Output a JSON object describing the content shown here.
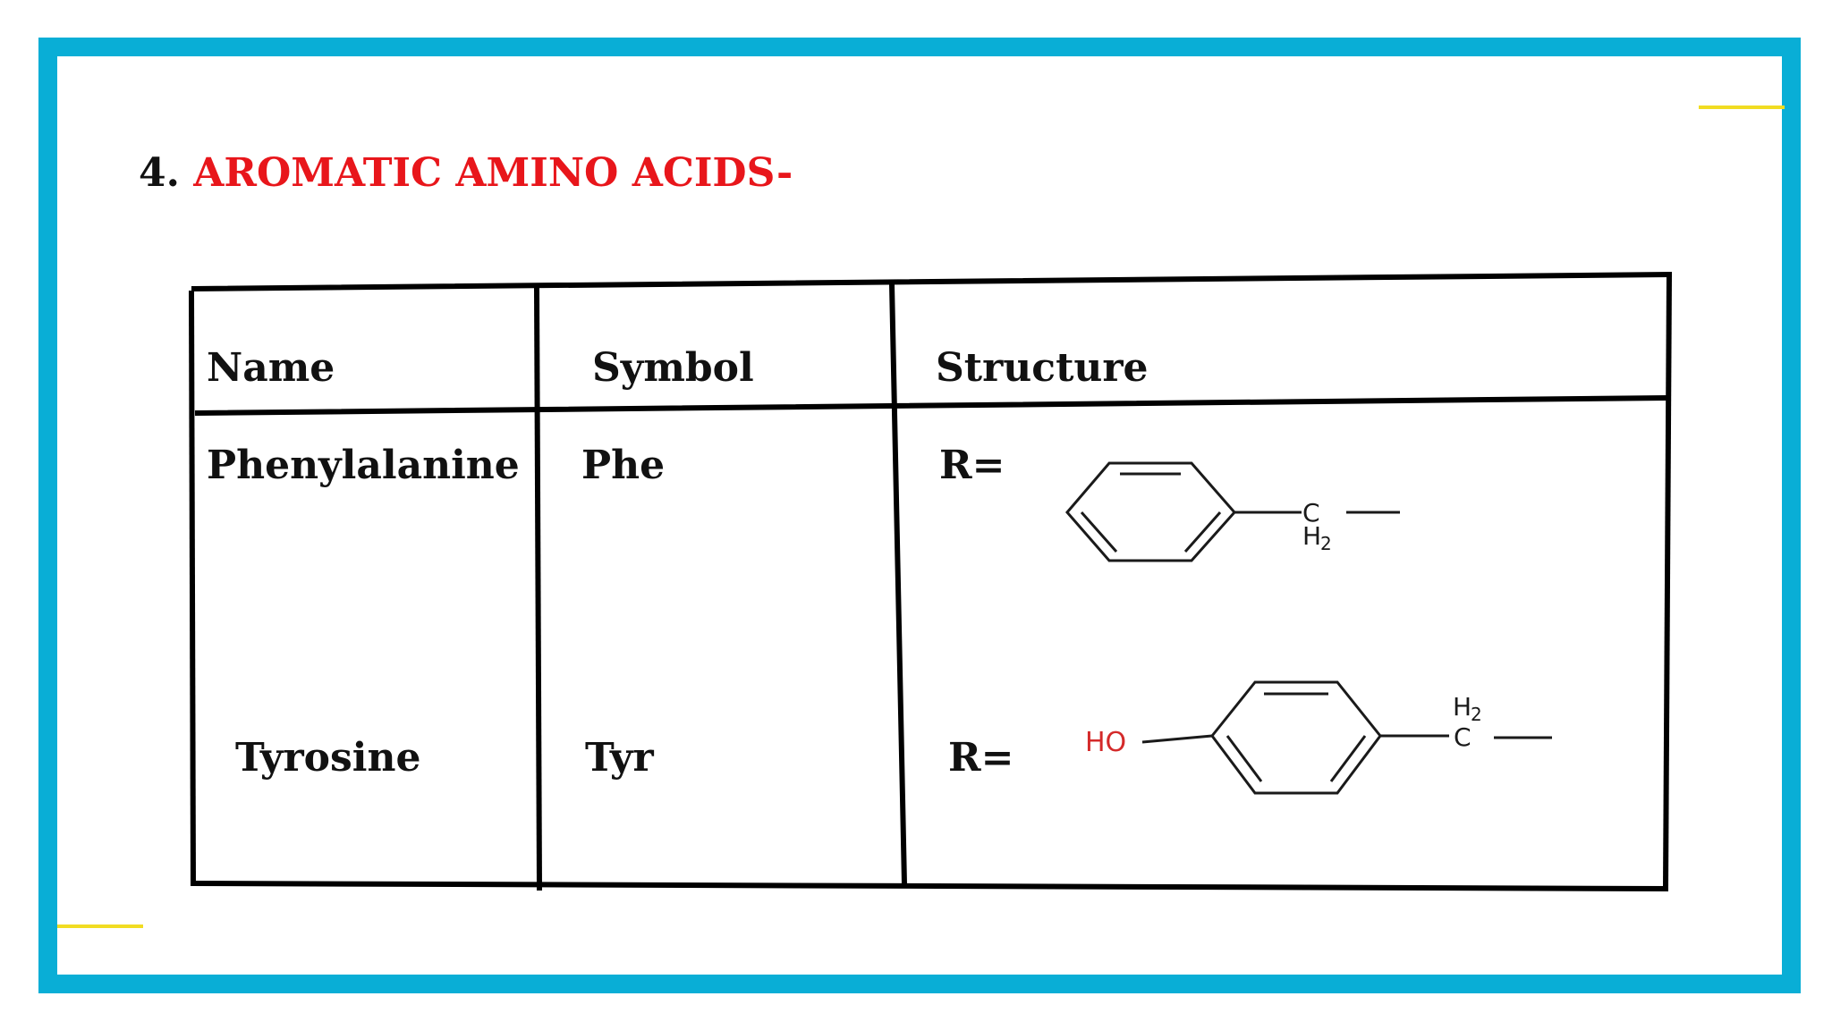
{
  "slide": {
    "title_number": "4.",
    "title_heading": "AROMATIC AMINO ACIDS-"
  },
  "table": {
    "headers": {
      "name": "Name",
      "symbol": "Symbol",
      "structure": "Structure"
    },
    "rows": [
      {
        "name": "Phenylalanine",
        "symbol": "Phe",
        "structure_label": "R=",
        "substituent": {
          "carbon": "C",
          "hydrogen": "H",
          "subscript": "2"
        }
      },
      {
        "name": "Tyrosine",
        "symbol": "Tyr",
        "structure_label": "R=",
        "hydroxyl": "HO",
        "substituent": {
          "carbon": "C",
          "hydrogen": "H",
          "subscript": "2"
        }
      }
    ]
  },
  "colors": {
    "frame": "#09aed6",
    "accent": "#f1dc22",
    "heading": "#e8161b",
    "hydroxyl": "#d42a2a",
    "text": "#111111"
  }
}
